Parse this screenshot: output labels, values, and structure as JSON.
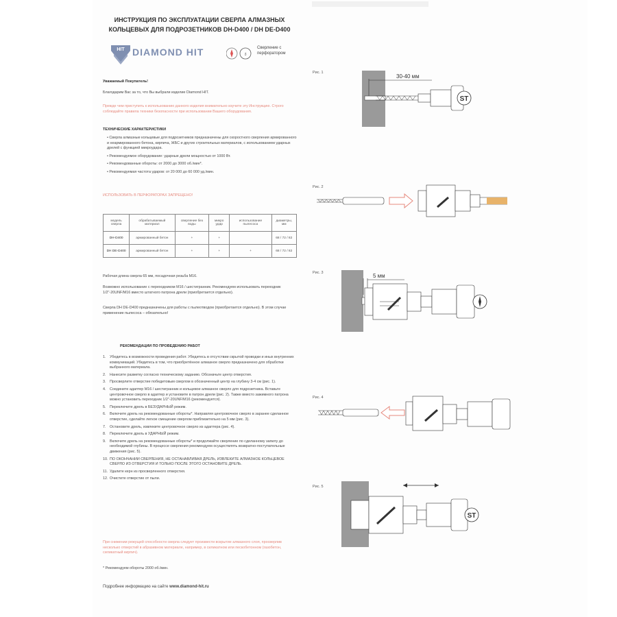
{
  "title": "ИНСТРУКЦИЯ ПО ЭКСПЛУАТАЦИИ СВЕРЛА АЛМАЗНЫХ КОЛЬЦЕВЫХ ДЛЯ ПОДРОЗЕТНИКОВ DH-D400 / DH DE-D400",
  "logo": {
    "brand": "DIAMOND HIT",
    "mark": "HIT",
    "sub": "Сверление с перфоратором"
  },
  "greeting": "Уважаемый Покупатель!",
  "thanks": "Благодарим Вас за то, что Вы выбрали изделие Diamond HIT.",
  "warning": "Прежде чем приступить к использованию данного изделия внимательно изучите эту Инструкцию. Строго соблюдайте правила техники безопасности при использовании Вашего оборудования.",
  "specs_heading": "ТЕХНИЧЕСКИЕ ХАРАКТЕРИСТИКИ",
  "features": [
    "Сверла алмазные кольцевые для подрозетников предназначены для скоростного сверления армированного и неармированного бетона, кирпича, ЖБС и других строительных материалов, с использованием ударных дрелей с функцией микроудара.",
    "Рекомендуемое оборудование: ударные дрели мощностью от 1000 Вт.",
    "Рекомендованные обороты: от 2000 до 3000 об./мин*.",
    "Рекомендуемая частота ударов: от 20 000 до 60 000 уд./мин."
  ],
  "no_perforator": "ИСПОЛЬЗОВАТЬ В ПЕРФОРАТОРАХ ЗАПРЕЩЕНО!",
  "table": {
    "headers": [
      "модель сверла",
      "обрабатываемый материал",
      "сверление без воды",
      "микро удар",
      "использование пылесоса",
      "диаметры, мм"
    ],
    "rows": [
      [
        "DH-D400",
        "армированный бетон",
        "+",
        "+",
        "",
        "68 / 72 / 82"
      ],
      [
        "DH DE-D400",
        "армированный бетон",
        "+",
        "+",
        "+",
        "68 / 72 / 82"
      ]
    ]
  },
  "work_length": "Рабочая длина сверла 65 мм, посадочная резьба М16.",
  "adapter_note": "Возможно использование с переходником М16 / шестигранник. Рекомендуем использовать переходник 1/2\"-20UNF/M16 вместо штатного патрона дрели (приобретается отдельно).",
  "de_note": "Сверла DH DE-D400 предназначены для работы с пылеотводом (приобретается отдельно). В этом случае применение пылесоса – обязательно!",
  "rec_heading": "РЕКОМЕНДАЦИИ ПО ПРОВЕДЕНИЮ РАБОТ",
  "steps": [
    "Убедитесь в возможности проведения работ. Убедитесь в отсутствии скрытой проводки и иных внутренних коммуникаций. Убедитесь в том, что приобретённое алмазное сверло предназначено для обработки выбранного материала.",
    "Нанесите разметку согласно техническому заданию. Обозначьте центр отверстия.",
    "Просверлите отверстие победитовым сверлом в обозначенный центр на глубину 3-4 см (рис. 1).",
    "Соедините адаптер М16 / шестигранник и кольцевое алмазное сверло для подрозетника. Вставьте центровочное сверло в адаптер и установите в патрон дрели (рис. 2). Также вместо зажимного патрона можно установить переходник 1/2\"-20UNF/M16 (рекомендуется).",
    "Переключите дрель в БЕЗУДАРНЫЙ режим.",
    "Включите дрель на рекомендованные обороты*. Направляя центровочное сверло в заранее сделанное отверстие, сделайте легкое смещение сверлом приблизительно на 5 мм (рис. 3).",
    "Остановите дрель, извлеките центровочное сверло из адаптера (рис. 4).",
    "Переключите дрель в УДАРНЫЙ режим.",
    "Включите дрель на рекомендованные обороты* и продолжайте сверление по сделанному запилу до необходимой глубины. В процессе сверления рекомендуем осуществлять возвратно-поступательные движения (рис. 5).",
    "ПО ОКОНЧАНИИ СВЕРЛЕНИЯ, НЕ ОСТАНАВЛИВАЯ ДРЕЛЬ, ИЗВЛЕКИТЕ АЛМАЗНОЕ КОЛЬЦЕВОЕ СВЕРЛО ИЗ ОТВЕРСТИЯ И ТОЛЬКО ПОСЛЕ ЭТОГО ОСТАНОВИТЕ ДРЕЛЬ.",
    "Удалите керн из просверленного отверстия.",
    "Очистите отверстие от пыли."
  ],
  "step_numbers": [
    "1.",
    "2.",
    "3.",
    "4.",
    "5.",
    "6.",
    "7.",
    "8.",
    "9.",
    "10.",
    "11.",
    "12."
  ],
  "caution": "При снижении режущей способности сверла следует произвести вскрытие алмазного слоя, просверлив несколько отверстий в абразивном материале, например, в силикатном или пескобетонном (газобетон, силикатный кирпич).",
  "footnote": "* Рекомендуем обороты 2000 об./мин.",
  "more_info": "Подробнее информацию на сайте",
  "site": "www.diamond-hit.ru",
  "figures": {
    "fig1": {
      "label": "Рис. 1",
      "dimension": "30-40 мм"
    },
    "fig2": {
      "label": "Рис. 2"
    },
    "fig3": {
      "label": "Рис. 3",
      "dimension": "5 мм"
    },
    "fig4": {
      "label": "Рис. 4"
    },
    "fig5": {
      "label": "Рис. 5"
    }
  },
  "colors": {
    "accent_red": "#e6897d",
    "brand_blue": "#7f8fb1",
    "wall_gray": "#9a9a9a"
  }
}
